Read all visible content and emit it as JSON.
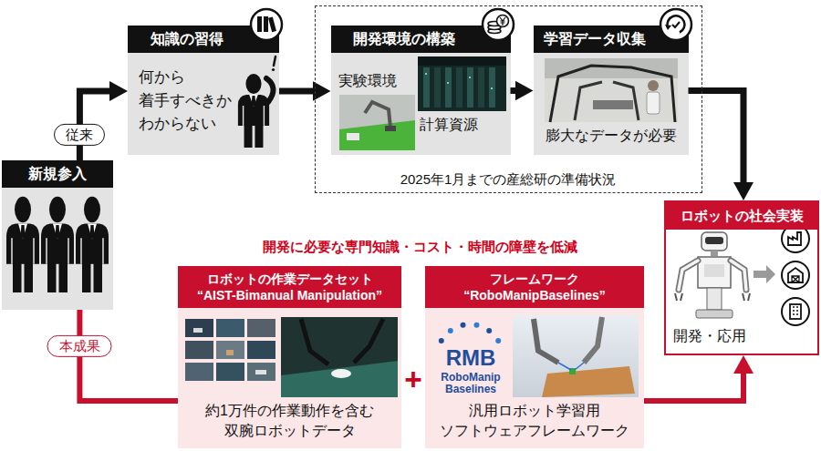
{
  "diagram": {
    "nodes": [
      {
        "text": [
          "新規参入"
        ]
      },
      {
        "text": [
          "知識の習得",
          "何から 着手すべきか わからない"
        ]
      },
      {
        "text": [
          "2025年1月までの産総研の準備状況"
        ]
      },
      {
        "text": [
          "開発環境の構築",
          "実験環境",
          "計算資源"
        ],
        "in": 2
      },
      {
        "text": [
          "学習データ収集",
          "膨大なデータが必要"
        ],
        "in": 2
      },
      {
        "text": [
          "ロボットの社会実装",
          "開発・応用"
        ]
      },
      {
        "text": [
          "ロボットの作業データセット “AIST-Bimanual Manipulation”",
          "約1万件の作業動作を含む 双腕ロボットデータ"
        ]
      },
      {
        "text": [
          "フレームワーク “RoboManipBaselines”",
          "汎用ロボット学習用 ソフトウェアフレームワーク"
        ]
      }
    ],
    "edges": [
      {
        "from": 0,
        "to": 1,
        "label": "従来",
        "arrow": "to"
      },
      {
        "from": 1,
        "to": 3,
        "arrow": "to"
      },
      {
        "from": 3,
        "to": 4,
        "arrow": "to"
      },
      {
        "from": 4,
        "to": 5,
        "arrow": "to"
      },
      {
        "from": 0,
        "to": 6,
        "label": "本成果",
        "arrow": "none"
      },
      {
        "from": 7,
        "to": 5,
        "arrow": "to"
      }
    ],
    "labels": [
      "開発に必要な専門知識・コスト・時間の障壁を低減",
      "+",
      "RMB",
      "RoboManip Baselines"
    ]
  }
}
